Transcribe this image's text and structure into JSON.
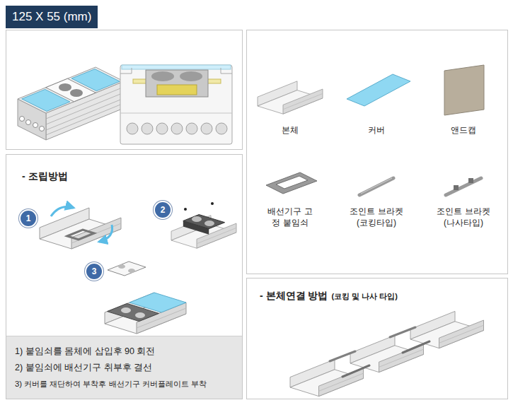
{
  "diagram": {
    "title": "125 X 55 (mm)",
    "nodes": [
      {
        "text": [
          "- 조립방법"
        ]
      },
      {
        "text": [
          "1"
        ],
        "in": 0
      },
      {
        "text": [
          "2"
        ],
        "in": 0
      },
      {
        "text": [
          "3"
        ],
        "in": 0
      },
      {
        "text": [
          "1) 붙임쇠를 몸체에 삽입후 90 회전",
          "2) 붙임쇠에 배선기구 취부후 결선",
          "3) 커버를 재단하여 부착후 배선기구 커버플레이트 부착"
        ],
        "in": 0
      },
      {
        "text": [
          "- 본체연결 방법",
          "(코킹 및 나사 타입)"
        ]
      }
    ],
    "labels": [
      "본체",
      "커버",
      "앤드캡",
      "배선기구 고정 붙임쇠",
      "조인트 브라켓 (코킹타입)",
      "조인트 브라켓 (나사타입)"
    ]
  }
}
